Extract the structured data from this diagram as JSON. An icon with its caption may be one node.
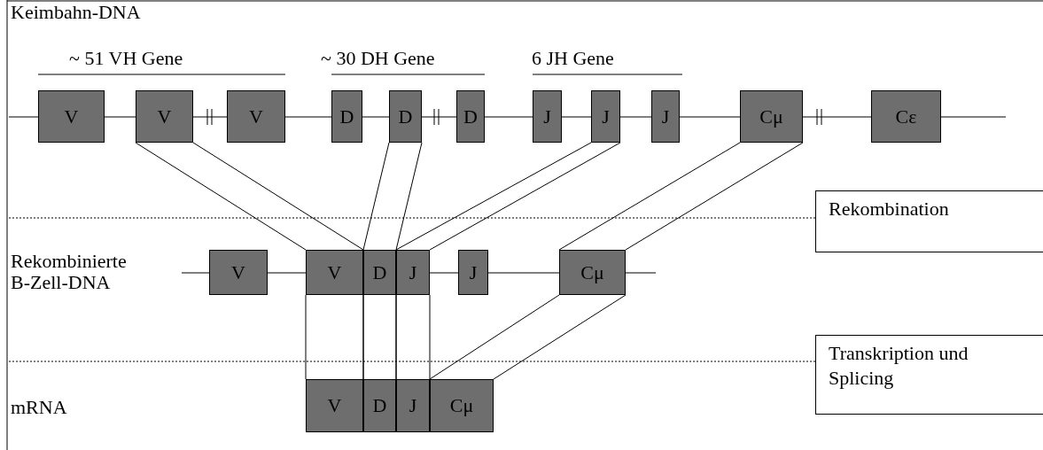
{
  "diagram": {
    "nodes": [
      {
        "text": [
          "V"
        ]
      },
      {
        "text": [
          "V"
        ]
      },
      {
        "text": [
          "V"
        ]
      },
      {
        "text": [
          "D"
        ]
      },
      {
        "text": [
          "D"
        ]
      },
      {
        "text": [
          "D"
        ]
      },
      {
        "text": [
          "J"
        ]
      },
      {
        "text": [
          "J"
        ]
      },
      {
        "text": [
          "J"
        ]
      },
      {
        "text": [
          "Cμ"
        ]
      },
      {
        "text": [
          "Cε"
        ]
      },
      {
        "text": [
          "V"
        ]
      },
      {
        "text": [
          "V"
        ]
      },
      {
        "text": [
          "D"
        ]
      },
      {
        "text": [
          "J"
        ]
      },
      {
        "text": [
          "J"
        ]
      },
      {
        "text": [
          "Cμ"
        ]
      },
      {
        "text": [
          "V"
        ]
      },
      {
        "text": [
          "D"
        ]
      },
      {
        "text": [
          "J"
        ]
      },
      {
        "text": [
          "Cμ"
        ]
      },
      {
        "text": [
          "Rekombination"
        ]
      },
      {
        "text": [
          "Transkription und Splicing"
        ]
      }
    ],
    "edges": [
      {
        "from": 1,
        "to": 12,
        "arrow": "none"
      },
      {
        "from": 1,
        "to": 12,
        "arrow": "none"
      },
      {
        "from": 4,
        "to": 13,
        "arrow": "none"
      },
      {
        "from": 4,
        "to": 13,
        "arrow": "none"
      },
      {
        "from": 7,
        "to": 14,
        "arrow": "none"
      },
      {
        "from": 7,
        "to": 14,
        "arrow": "none"
      },
      {
        "from": 9,
        "to": 16,
        "arrow": "none"
      },
      {
        "from": 9,
        "to": 16,
        "arrow": "none"
      },
      {
        "from": 12,
        "to": 17,
        "arrow": "none"
      },
      {
        "from": 12,
        "to": 17,
        "arrow": "none"
      },
      {
        "from": 13,
        "to": 18,
        "arrow": "none"
      },
      {
        "from": 13,
        "to": 18,
        "arrow": "none"
      },
      {
        "from": 14,
        "to": 19,
        "arrow": "none"
      },
      {
        "from": 14,
        "to": 19,
        "arrow": "none"
      },
      {
        "from": 16,
        "to": 20,
        "arrow": "none"
      },
      {
        "from": 16,
        "to": 20,
        "arrow": "none"
      }
    ],
    "labels": [
      "Keimbahn-DNA",
      "~ 51 VH Gene",
      "~ 30 DH Gene",
      "6 JH Gene",
      "Rekombinierte B-Zell-DNA",
      "mRNA"
    ]
  }
}
